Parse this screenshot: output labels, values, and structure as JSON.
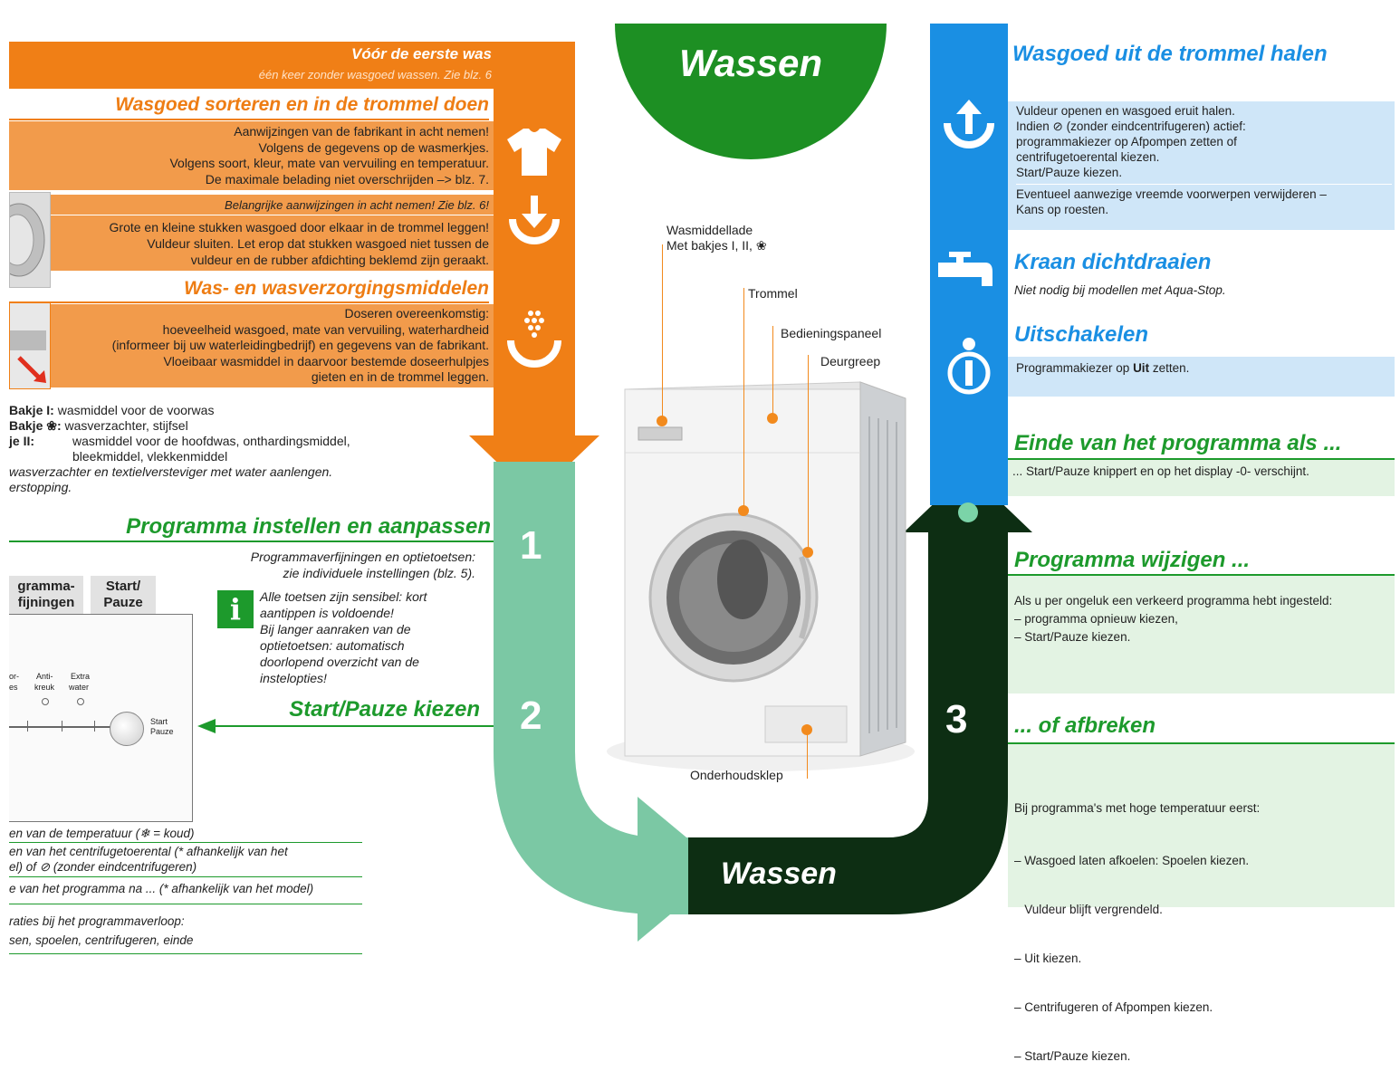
{
  "orange": {
    "header_title": "Vóór de eerste was",
    "header_sub": "één keer zonder wasgoed wassen. Zie blz. 6",
    "sort_title": "Wasgoed sorteren en in de trommel doen",
    "sort_lines": [
      "Aanwijzingen van de fabrikant in acht nemen!",
      "Volgens de gegevens op de wasmerkjes.",
      "Volgens soort, kleur, mate van vervuiling en temperatuur.",
      "De maximale belading niet overschrijden –> blz. 7."
    ],
    "important": "Belangrijke aanwijzingen in acht nemen! Zie blz. 6!",
    "load_lines": [
      "Grote en kleine stukken wasgoed door elkaar in de trommel leggen!",
      "Vuldeur sluiten. Let erop dat stukken wasgoed niet tussen de",
      "vuldeur en de rubber afdichting beklemd zijn geraakt."
    ],
    "detergent_title": "Was- en wasverzorgingsmiddelen",
    "detergent_lines": [
      "Doseren overeenkomstig:",
      "hoeveelheid wasgoed, mate van vervuiling, waterhardheid",
      "(informeer bij uw waterleidingbedrijf) en gegevens van de fabrikant.",
      "Vloeibaar wasmiddel in daarvoor bestemde doseerhulpjes",
      "gieten en in de trommel leggen."
    ]
  },
  "compartments": {
    "line1_bold": "Bakje I:",
    "line1": " wasmiddel voor de voorwas",
    "line2_bold": "Bakje ❀:",
    "line2": " wasverzachter, stijfsel",
    "line3_bold": "je II:",
    "line3": "wasmiddel voor de hoofdwas, onthardingsmiddel,",
    "line3b": "bleekmiddel, vlekkenmiddel",
    "note1": "wasverzachter en textielversteviger met water aanlengen.",
    "note2": "erstopping."
  },
  "program": {
    "title": "Programma instellen en aanpassen",
    "refine_line1": "Programmaverfijningen en optietoetsen:",
    "refine_line2": "zie individuele instellingen (blz. 5).",
    "info_lines": [
      "Alle toetsen zijn sensibel: kort",
      "aantippen is voldoende!",
      "Bij langer aanraken van de",
      "optietoetsen: automatisch",
      "doorlopend overzicht van de",
      "instelopties!"
    ],
    "tab1_line1": "gramma-",
    "tab1_line2": "fijningen",
    "tab2_line1": "Start/",
    "tab2_line2": "Pauze",
    "btn_labels": [
      "or-",
      "Anti-",
      "Extra"
    ],
    "btn_labels2": [
      "es",
      "kreuk",
      "water"
    ],
    "start_label1": "Start",
    "start_label2": "Pauze",
    "start_title": "Start/Pauze kiezen",
    "footnotes": [
      "en van de temperatuur (❄ = koud)",
      "en van het centrifugetoerental (* afhankelijk van het",
      "el) of ⊘ (zonder eindcentrifugeren)",
      "e van het programma na ... (* afhankelijk van het model)",
      "raties bij het programmaverloop:",
      "sen, spoelen, centrifugeren, einde"
    ]
  },
  "center": {
    "top_title": "Wassen",
    "bottom_title": "Wassen",
    "step1": "1",
    "step2": "2",
    "step3": "3",
    "labels": {
      "drawer_1": "Wasmiddellade",
      "drawer_2": "Met bakjes I, II, ❀",
      "drum": "Trommel",
      "panel": "Bedieningspaneel",
      "handle": "Deurgreep",
      "service": "Onderhoudsklep"
    }
  },
  "right": {
    "remove_title": "Wasgoed uit de trommel halen",
    "remove_lines": [
      "Vuldeur openen en wasgoed eruit halen.",
      "Indien ⊘ (zonder eindcentrifugeren) actief:",
      "programmakiezer op Afpompen zetten of",
      "centrifugetoerental kiezen.",
      "Start/Pauze kiezen.",
      "Eventueel aanwezige vreemde voorwerpen verwijderen –",
      "Kans op roesten."
    ],
    "tap_title": "Kraan dichtdraaien",
    "tap_line": "Niet nodig bij modellen met Aqua-Stop.",
    "off_title": "Uitschakelen",
    "off_line_pre": "Programmakiezer op ",
    "off_line_bold": "Uit",
    "off_line_post": " zetten.",
    "end_title": "Einde van het programma als ...",
    "end_line": "... Start/Pauze knippert en op het display -0- verschijnt.",
    "change_title": "Programma wijzigen ...",
    "change_lines": [
      "Als u per ongeluk een verkeerd programma hebt ingesteld:",
      "– programma opnieuw kiezen,",
      "– Start/Pauze kiezen."
    ],
    "abort_title": "... of afbreken",
    "abort_lines": [
      "Bij programma's met hoge temperatuur eerst:",
      "– Wasgoed laten afkoelen: Spoelen kiezen.",
      "   Vuldeur blijft vergrendeld.",
      "– Uit kiezen.",
      "– Centrifugeren of Afpompen kiezen.",
      "– Start/Pauze kiezen."
    ]
  },
  "colors": {
    "orange": "#f07f16",
    "orange_light": "#f29b4b",
    "green_light": "#7bc8a4",
    "green_dark": "#0d2e13",
    "green_top": "#1d8f23",
    "blue": "#1a8fe3"
  }
}
